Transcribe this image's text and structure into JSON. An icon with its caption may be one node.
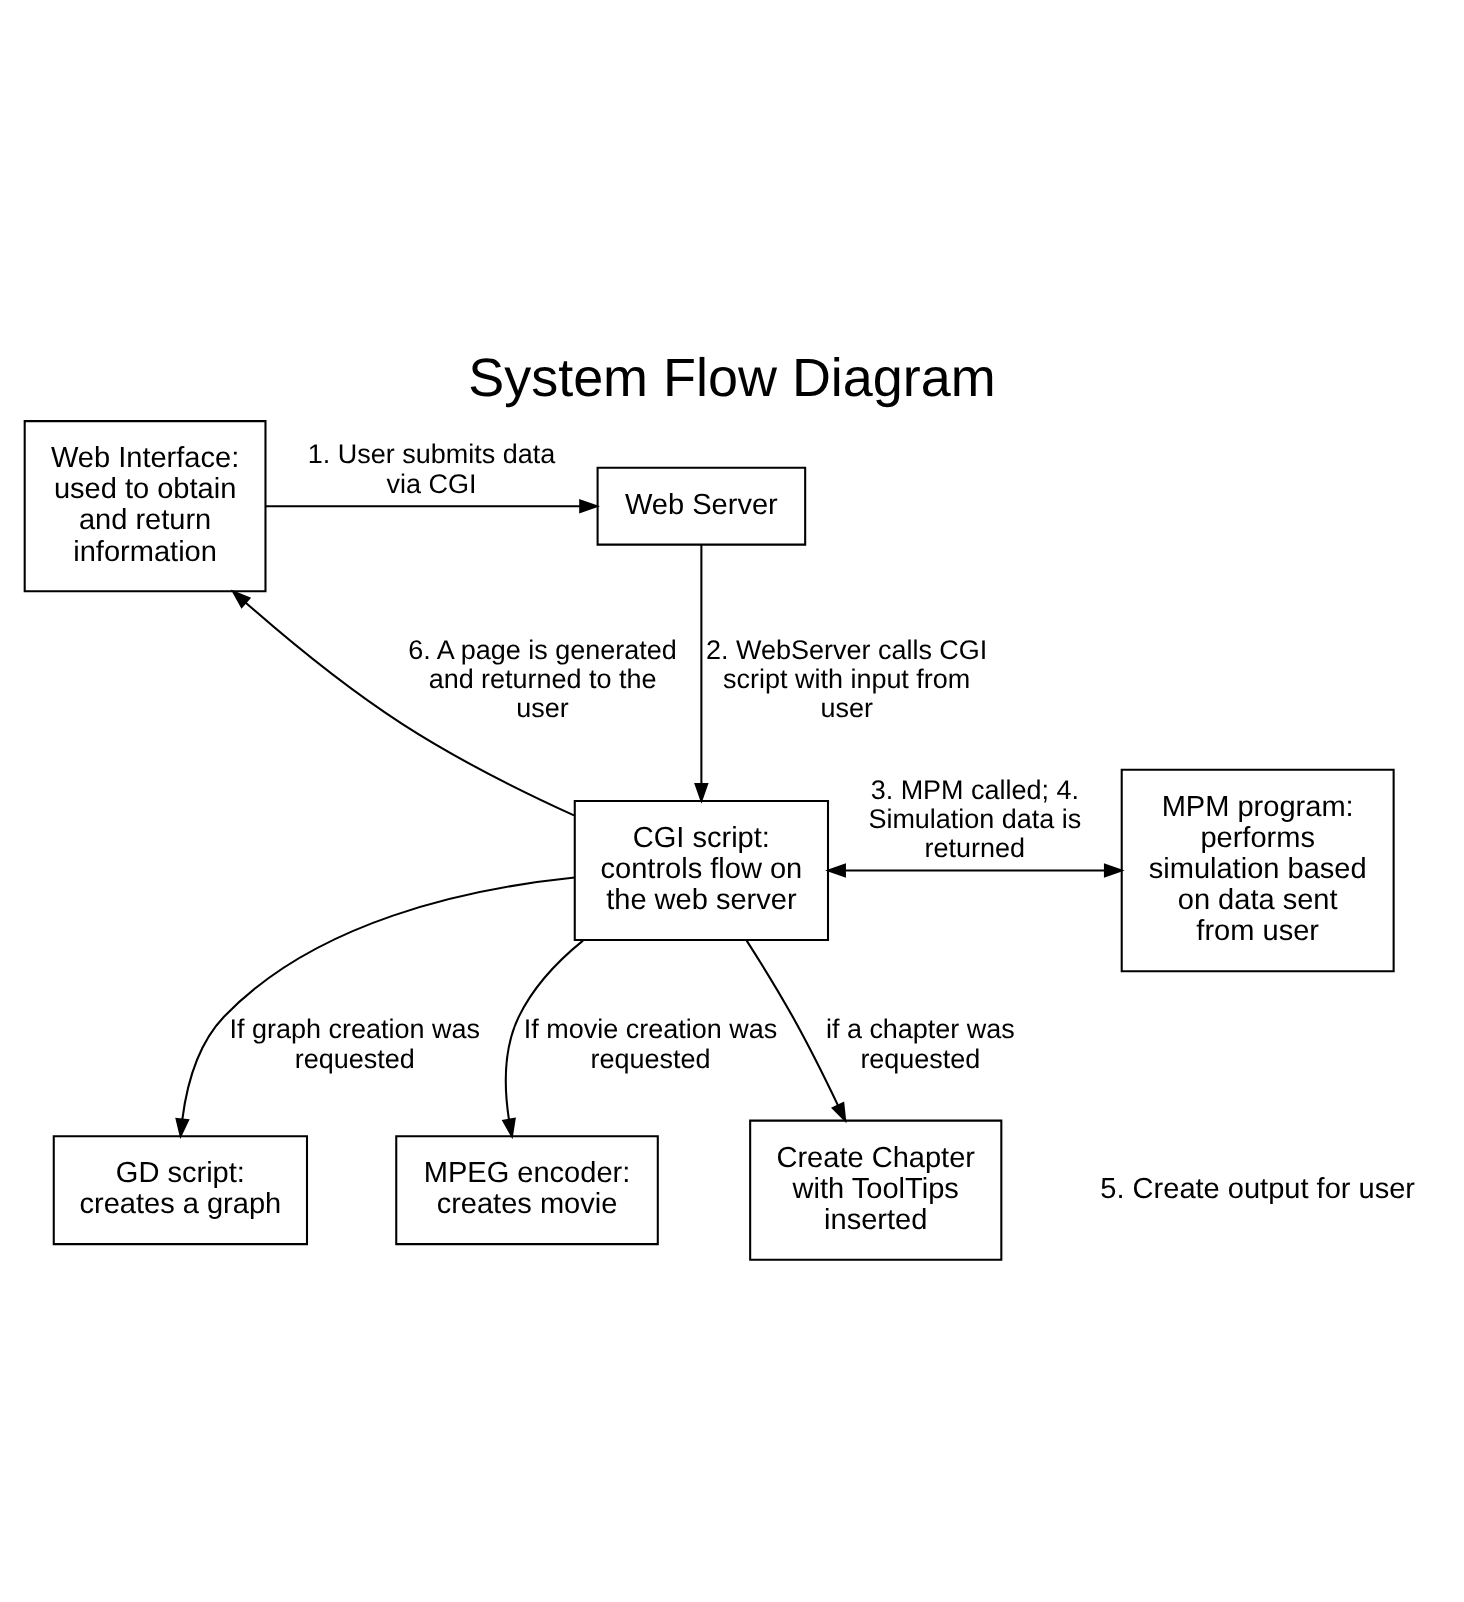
{
  "diagram": {
    "title": "System Flow Diagram",
    "nodes": [
      {
        "text": [
          "Web Interface: used to obtain and return information"
        ]
      },
      {
        "text": [
          "Web Server"
        ]
      },
      {
        "text": [
          "CGI script: controls flow on the web server"
        ]
      },
      {
        "text": [
          "MPM program: performs simulation based on data sent from user"
        ]
      },
      {
        "text": [
          "GD script: creates a graph"
        ]
      },
      {
        "text": [
          "MPEG encoder: creates movie"
        ]
      },
      {
        "text": [
          "Create Chapter with ToolTips inserted"
        ]
      }
    ],
    "edges": [
      {
        "from": 0,
        "to": 1,
        "arrow": "to",
        "label": "1. User submits data via CGI"
      },
      {
        "from": 1,
        "to": 2,
        "arrow": "to",
        "label": "2. WebServer calls CGI script with input from user"
      },
      {
        "from": 2,
        "to": 3,
        "arrow": "both",
        "label": "3. MPM called; 4. Simulation data is returned"
      },
      {
        "from": 2,
        "to": 0,
        "arrow": "to",
        "label": "6. A page is generated and returned to the user"
      },
      {
        "from": 2,
        "to": 4,
        "arrow": "to",
        "label": "If graph creation was requested"
      },
      {
        "from": 2,
        "to": 5,
        "arrow": "to",
        "label": "If movie creation was requested"
      },
      {
        "from": 2,
        "to": 6,
        "arrow": "to",
        "label": "if a chapter was requested"
      }
    ],
    "labels": [
      "5. Create output for user"
    ]
  }
}
